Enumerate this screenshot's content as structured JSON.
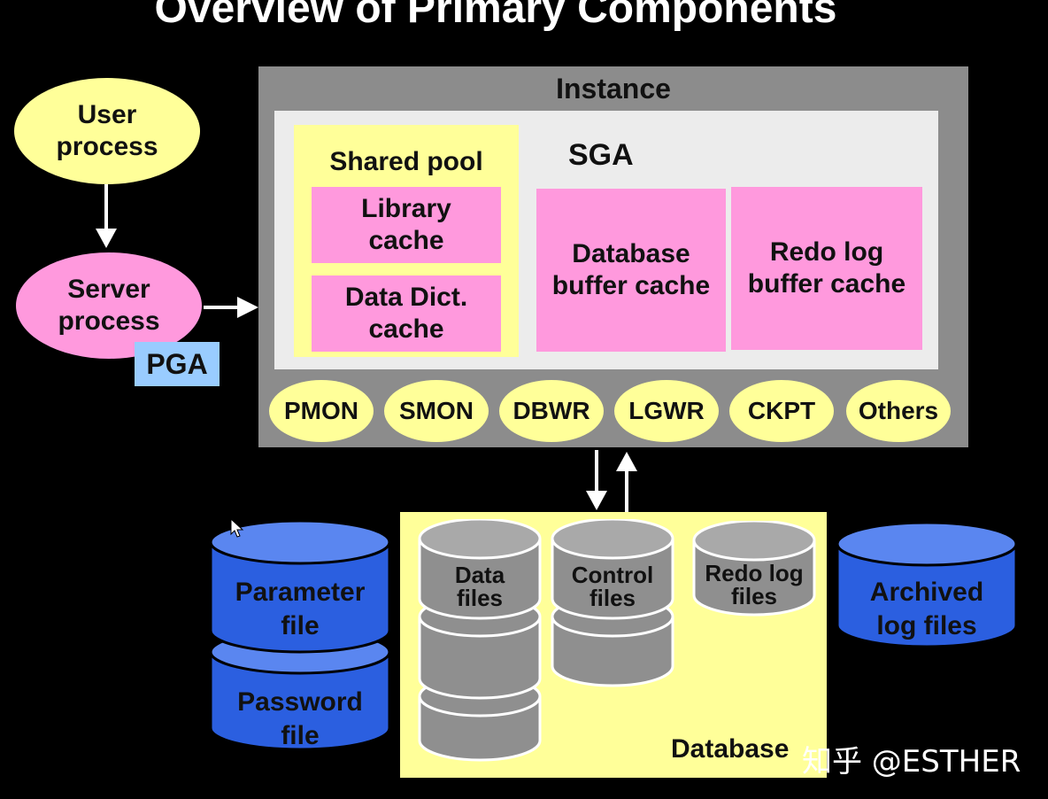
{
  "title": "Overview of Primary Components",
  "user_process": "User\nprocess",
  "server_process": "Server\nprocess",
  "pga": "PGA",
  "instance": {
    "label": "Instance",
    "sga_label": "SGA",
    "shared_pool": {
      "label": "Shared pool",
      "library_cache": "Library\ncache",
      "data_dict_cache": "Data Dict.\ncache"
    },
    "db_buffer_cache": "Database\nbuffer cache",
    "redo_log_buffer": "Redo log\nbuffer cache",
    "processes": [
      "PMON",
      "SMON",
      "DBWR",
      "LGWR",
      "CKPT",
      "Others"
    ]
  },
  "database": {
    "label": "Database",
    "data_files": "Data\nfiles",
    "control_files": "Control\nfiles",
    "redo_log_files": "Redo log\nfiles"
  },
  "parameter_file": "Parameter\nfile",
  "password_file": "Password\nfile",
  "archived_log_files": "Archived\nlog files",
  "watermark": "知乎 @ESTHER",
  "colors": {
    "yellow": "#ffff99",
    "pink": "#ff99dd",
    "gray": "#8c8c8c",
    "blue_cylinder": "#2b5fe0",
    "gray_cylinder": "#8f8f8f",
    "pga_blue": "#99ccff"
  }
}
